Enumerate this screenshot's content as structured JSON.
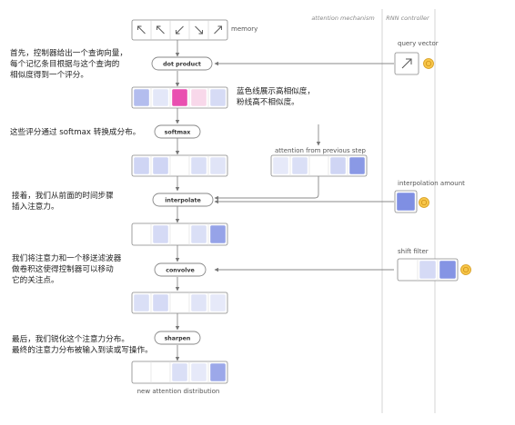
{
  "columns": {
    "attention": "attention mechanism",
    "rnn": "RNN controller"
  },
  "memory_label": "memory",
  "steps": {
    "dot_product": "dot product",
    "softmax": "softmax",
    "interpolate": "interpolate",
    "convolve": "convolve",
    "sharpen": "sharpen"
  },
  "notes": {
    "query_vector": "query vector",
    "attention_prev": "attention from previous step",
    "interpolation_amount": "interpolation amount",
    "shift_filter": "shift filter",
    "new_attention": "new attention distribution"
  },
  "annotations": {
    "a1": [
      "首先，控制器给出一个查询向量，",
      "每个记忆条目根据与这个查询的",
      "相似度得到一个评分。"
    ],
    "a2": [
      "蓝色线展示高相似度，",
      "粉线高不相似度。"
    ],
    "a3": [
      "这些评分通过 softmax 转换成分布。"
    ],
    "a4": [
      "接着，我们从前面的时间步骤",
      "插入注意力。"
    ],
    "a5": [
      "我们将注意力和一个移送滤波器",
      "做卷积这使得控制器可以移动",
      "它的关注点。"
    ],
    "a6": [
      "最后，我们锐化这个注意力分布。",
      "最终的注意力分布被输入到读或写操作。"
    ]
  },
  "colors": {
    "blue": "#7f8fe3",
    "light_blue": "#cdd4f4",
    "pink": "#e94fb0",
    "light_pink": "#f8d8ea",
    "empty": "#f4f4f6"
  },
  "memory_icons": [
    "arrow-up-left-icon",
    "arrow-up-left-icon",
    "arrow-down-left-icon",
    "arrow-down-right-icon",
    "arrow-up-right-icon"
  ],
  "rows": {
    "scores": [
      0.45,
      0.1,
      1.0,
      0.25,
      0.2
    ],
    "softmax": [
      0.3,
      0.3,
      0.0,
      0.2,
      0.15
    ],
    "previous": [
      0.1,
      0.2,
      0.0,
      0.3,
      0.9
    ],
    "interpolated": [
      0.0,
      0.25,
      0.0,
      0.2,
      0.8
    ],
    "convolved": [
      0.2,
      0.25,
      0.0,
      0.15,
      0.1
    ],
    "sharpened": [
      0.0,
      0.0,
      0.2,
      0.1,
      0.75
    ],
    "interp_amount": [
      1.0
    ],
    "shift_filter": [
      0.0,
      0.25,
      0.95
    ]
  }
}
